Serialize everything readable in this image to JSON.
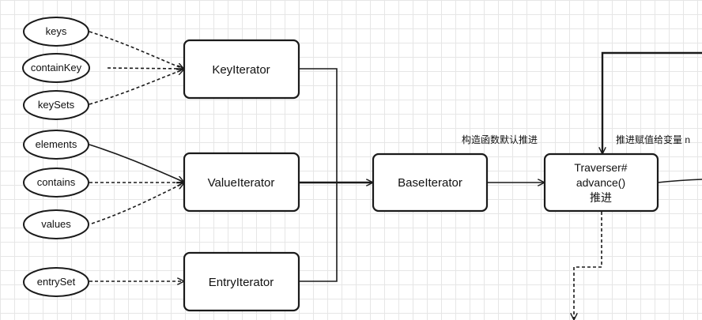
{
  "diagram": {
    "sources": {
      "keys": "keys",
      "containKey": "containKey",
      "keySets": "keySets",
      "elements": "elements",
      "contains": "contains",
      "values": "values",
      "entrySet": "entrySet"
    },
    "iterators": {
      "key": "KeyIterator",
      "value": "ValueIterator",
      "entry": "EntryIterator"
    },
    "base": "BaseIterator",
    "traverser": {
      "line1": "Traverser#",
      "line2": "advance()",
      "line3": "推进"
    },
    "annotations": {
      "constructor_default_advance": "构造函数默认推进",
      "advance_assign_var": "推进赋值给变量 n"
    }
  }
}
